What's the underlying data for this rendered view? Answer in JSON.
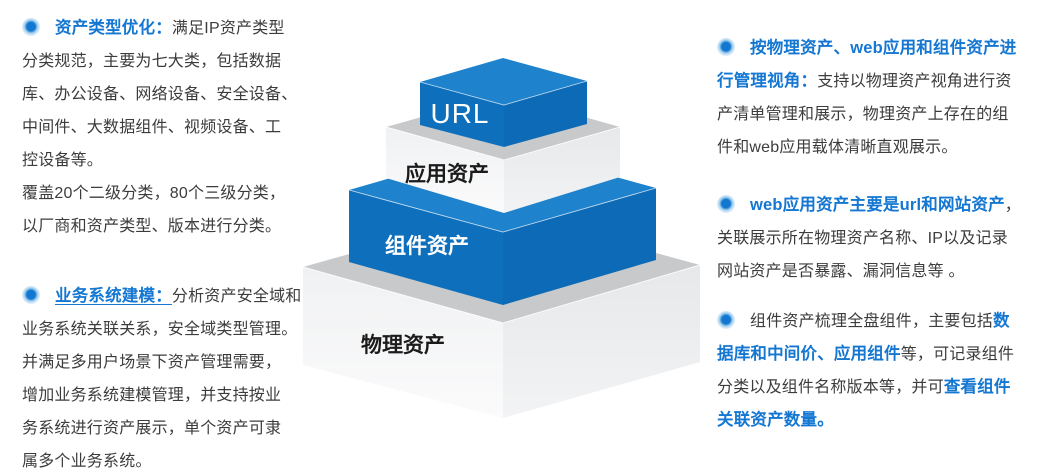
{
  "page": {
    "background": "#ffffff"
  },
  "colors": {
    "body_text": "#3c3c3c",
    "highlight_text": "#1477d2",
    "bullet": "#1377d1"
  },
  "left_column": {
    "blocks": [
      {
        "name": "asset-type-optimization-note",
        "segments": [
          {
            "t": "资产类型优化：",
            "hl": true
          },
          {
            "t": "满足IP资产类型\n分类规范，主要为七大类，包括数据\n库、办公设备、网络设备、安全设备、\n中间件、大数据组件、视频设备、工\n控设备等。\n覆盖20个二级分类，80个三级分类，\n以厂商和资产类型、版本进行分类。",
            "hl": false
          }
        ]
      },
      {
        "name": "business-system-modeling-note",
        "segments": [
          {
            "t": "业务系统建模：",
            "hl": true,
            "u": true
          },
          {
            "t": "分析资产安全域和\n业务系统关联关系，安全域类型管理。\n并满足多用户场景下资产管理需要，\n增加业务系统建模管理，并支持按业\n务系统进行资产展示，单个资产可隶\n属多个业务系统。",
            "hl": false
          }
        ]
      }
    ]
  },
  "right_column": {
    "blocks": [
      {
        "name": "management-view-note",
        "segments": [
          {
            "t": "按物理资产、web应用和组件资产进\n行管理视角：",
            "hl": true
          },
          {
            "t": "支持以物理资产视角进行资\n产清单管理和展示，物理资产上存在的组\n件和web应用载体清晰直观展示。",
            "hl": false
          }
        ]
      },
      {
        "name": "web-app-asset-note",
        "segments": [
          {
            "t": "web应用资产主要是url和网站资产",
            "hl": true
          },
          {
            "t": "，\n关联展示所在物理资产名称、IP以及记录\n网站资产是否暴露、漏洞信息等 。",
            "hl": false
          }
        ]
      },
      {
        "name": "component-asset-note",
        "segments": [
          {
            "t": "组件资产梳理全盘组件，主要包括",
            "hl": false
          },
          {
            "t": "数\n据库和中间价、应用组件",
            "hl": true
          },
          {
            "t": "等，可记录组件\n分类以及组件名称版本等，并可",
            "hl": false
          },
          {
            "t": "查看组件\n关联资产数量。",
            "hl": true
          }
        ]
      }
    ]
  },
  "pyramid": {
    "layers": [
      {
        "label": "URL"
      },
      {
        "label": "应用资产"
      },
      {
        "label": "组件资产"
      },
      {
        "label": "物理资产"
      }
    ],
    "colors": {
      "blue_top": "#1e82cc",
      "blue_front": "#0e70bd",
      "blue_side": "#0c6ab6",
      "light_top": "#c7c9cb",
      "light_front_a": "#f0f1f2",
      "light_front_b": "#fbfbfc",
      "light_side_a": "#e6e8ea",
      "light_side_b": "#f2f3f4",
      "label_dark": "#1b1b1b",
      "label_light": "#ffffff"
    }
  }
}
